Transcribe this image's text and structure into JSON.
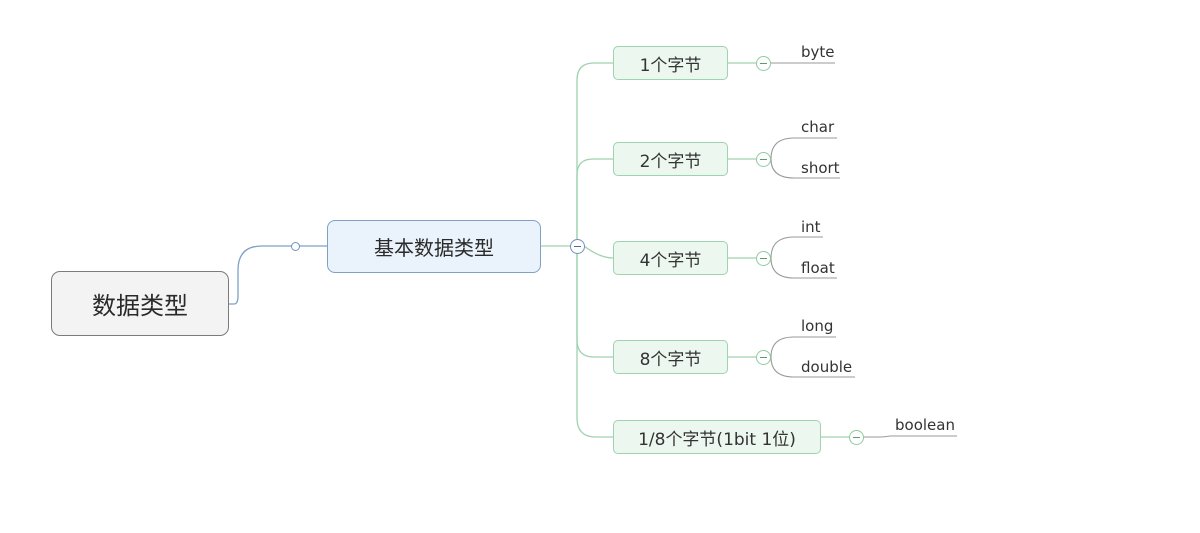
{
  "root": {
    "label": "数据类型"
  },
  "main": {
    "label": "基本数据类型"
  },
  "groups": [
    {
      "label": "1个字节",
      "leaves": [
        "byte"
      ]
    },
    {
      "label": "2个字节",
      "leaves": [
        "char",
        "short"
      ]
    },
    {
      "label": "4个字节",
      "leaves": [
        "int",
        "float"
      ]
    },
    {
      "label": "8个字节",
      "leaves": [
        "long",
        "double"
      ]
    },
    {
      "label": "1/8个字节(1bit 1位)",
      "leaves": [
        "boolean"
      ]
    }
  ],
  "colors": {
    "root_link": "#7ea1c8",
    "branch_link": "#9fd2af",
    "leaf_link": "#9a9a9a",
    "root_fill": "#f3f3f3",
    "main_fill": "#eaf2fb",
    "sub_fill": "#ecf7ef"
  },
  "icons": {
    "collapse": "collapse-minus-icon",
    "connector": "connector-dot-icon"
  }
}
